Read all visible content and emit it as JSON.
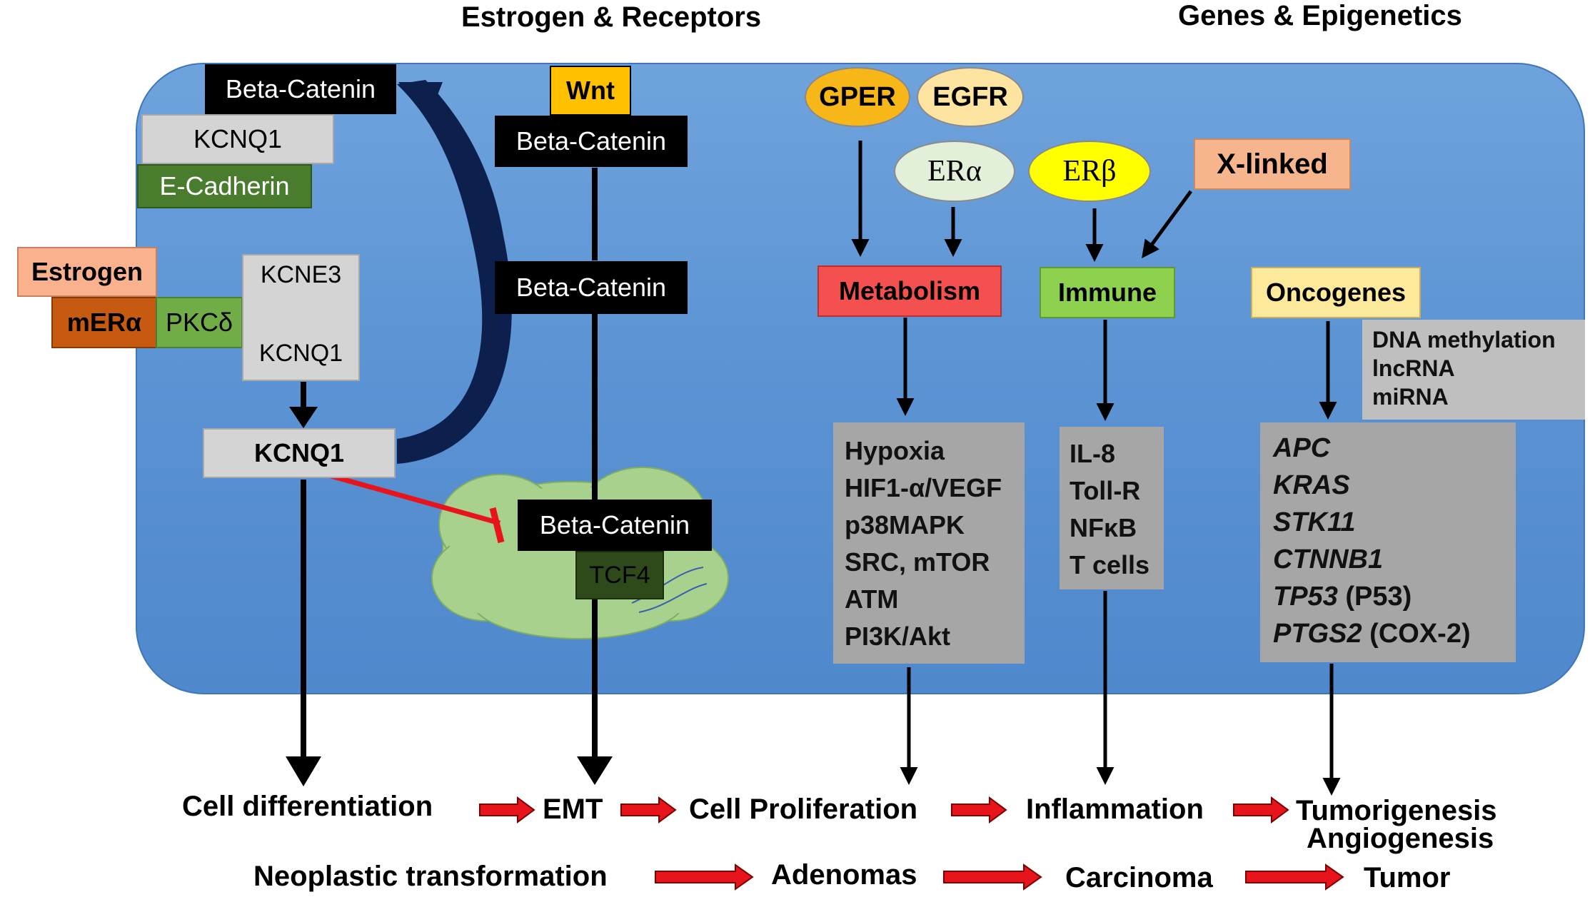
{
  "headers": {
    "estrogen_receptors": "Estrogen & Receptors",
    "genes_epigenetics": "Genes & Epigenetics"
  },
  "left": {
    "beta_catenin_top": "Beta-Catenin",
    "kcnq1_top": "KCNQ1",
    "e_cadherin": "E-Cadherin",
    "estrogen": "Estrogen",
    "mer_alpha": "mERα",
    "pkc_delta": "PKCδ",
    "kcne3": "KCNE3",
    "kcnq1_complex": "KCNQ1",
    "kcnq1_bottom": "KCNQ1"
  },
  "center": {
    "wnt": "Wnt",
    "beta_catenin_1": "Beta-Catenin",
    "beta_catenin_2": "Beta-Catenin",
    "beta_catenin_nucleus": "Beta-Catenin",
    "tcf4": "TCF4"
  },
  "receptors": {
    "gper": "GPER",
    "egfr": "EGFR",
    "er_alpha": "ERα",
    "er_beta": "ERβ",
    "x_linked": "X-linked"
  },
  "categories": {
    "metabolism": "Metabolism",
    "immune": "Immune",
    "oncogenes": "Oncogenes"
  },
  "metabolism_list": [
    "Hypoxia",
    "HIF1-α/VEGF",
    "p38MAPK",
    "SRC, mTOR",
    "ATM",
    "PI3K/Akt"
  ],
  "immune_list": [
    "IL-8",
    "Toll-R",
    "NFκB",
    "T cells"
  ],
  "epigenetics_list": [
    "DNA methylation",
    "lncRNA",
    "miRNA"
  ],
  "oncogene_list": [
    {
      "gene": "APC",
      "note": ""
    },
    {
      "gene": "KRAS",
      "note": ""
    },
    {
      "gene": "STK11",
      "note": ""
    },
    {
      "gene": "CTNNB1",
      "note": ""
    },
    {
      "gene": "TP53",
      "note": " (P53)"
    },
    {
      "gene": "PTGS2",
      "note": " (COX-2)"
    }
  ],
  "outcomes_row1": {
    "cell_differentiation": "Cell differentiation",
    "emt": "EMT",
    "cell_proliferation": "Cell Proliferation",
    "inflammation": "Inflammation",
    "tumorigenesis": "Tumorigenesis",
    "angiogenesis": "Angiogenesis"
  },
  "outcomes_row2": {
    "neoplastic": "Neoplastic transformation",
    "adenomas": "Adenomas",
    "carcinoma": "Carcinoma",
    "tumor": "Tumor"
  },
  "colors": {
    "panel": "#5c94d4",
    "red_arrow": "#e8141b",
    "metabolism": "#f4504f",
    "immune": "#8dd14f",
    "oncogenes": "#fde99c",
    "x_linked": "#f7b58d",
    "gper": "#f7b718",
    "egfr": "#fde4a0",
    "er_alpha": "#e2efd9",
    "er_beta": "#ffff00",
    "wnt": "#ffc000",
    "estrogen": "#f9b18e",
    "mer_alpha": "#c65a10",
    "pkc_delta": "#70ad47",
    "e_cadherin": "#4a7c2e",
    "tcf4": "#2f4a1a",
    "nucleus_cloud": "#a9d18e"
  }
}
